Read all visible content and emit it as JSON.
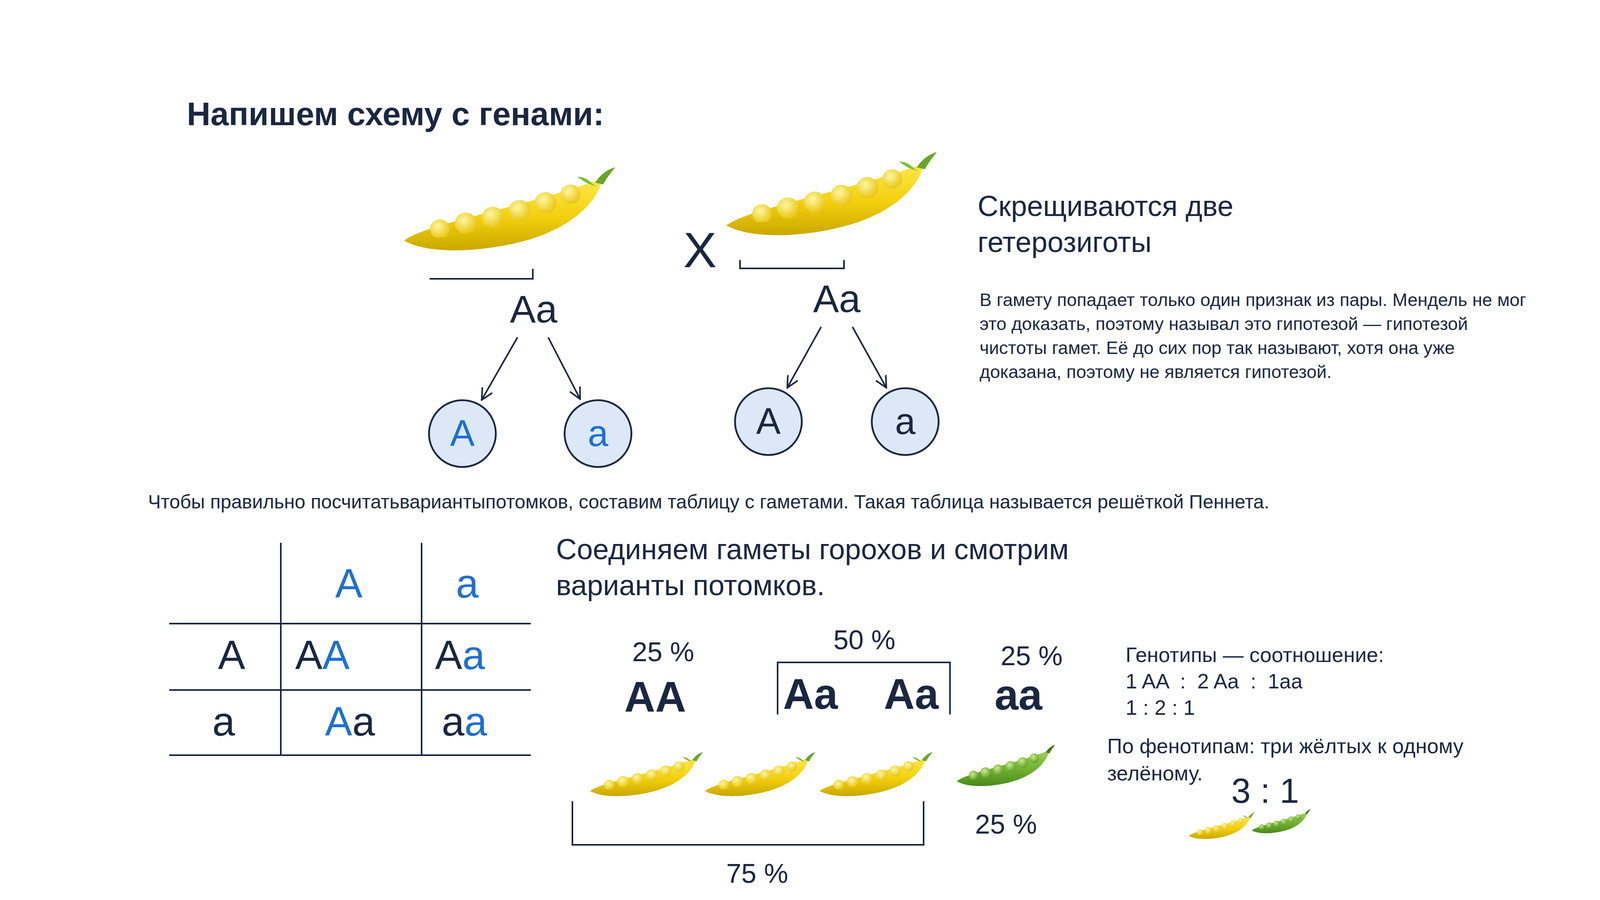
{
  "diagram": {
    "title": "Напишем схему с генами:",
    "nodes": [
      {
        "text": [
          "Aa"
        ]
      },
      {
        "text": [
          "A"
        ]
      },
      {
        "text": [
          "a"
        ]
      },
      {
        "text": [
          "Aa"
        ]
      },
      {
        "text": [
          "A"
        ]
      },
      {
        "text": [
          "a"
        ]
      }
    ],
    "edges": [
      {
        "from": 0,
        "to": 1,
        "arrow": "to"
      },
      {
        "from": 0,
        "to": 2,
        "arrow": "to"
      },
      {
        "from": 3,
        "to": 4,
        "arrow": "to"
      },
      {
        "from": 3,
        "to": 5,
        "arrow": "to"
      }
    ],
    "labels": [
      "X",
      "Скрещиваются две гетерозиготы",
      "В гамету попадает только один признак из пары. Мендель не мог это доказать, поэтому называл это гипотезой — гипотезой чистоты гамет. Её до сих пор так называют, хотя она уже доказана, поэтому не является гипотезой.",
      "Чтобы правильно посчитатьвариантыпотомков, составим таблицу с гаметами. Такая таблица называется решёткой Пеннета.",
      "A",
      "a",
      "A",
      "AA",
      "Aa",
      "a",
      "Aa",
      "aa",
      "Соединяем гаметы горохов и смотрим варианты потомков.",
      "25 %",
      "AA",
      "50 %",
      "Aa",
      "Aa",
      "25 %",
      "aa",
      "75 %",
      "25 %",
      "Генотипы — соотношение:",
      "1 AA  :  2 Aa  :  1aa",
      "1 : 2 : 1",
      "По фенотипам: три жёлтых к одному зелёному.",
      "3 : 1"
    ]
  }
}
